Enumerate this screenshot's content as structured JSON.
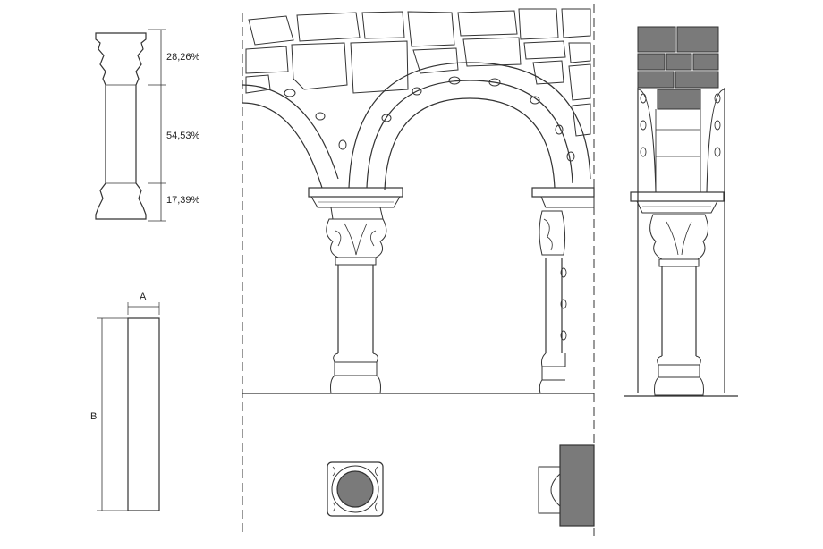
{
  "proportions": {
    "top_pct": "28,26%",
    "middle_pct": "54,53%",
    "bottom_pct": "17,39%"
  },
  "dimensions": {
    "width_label": "A",
    "height_label": "B"
  }
}
